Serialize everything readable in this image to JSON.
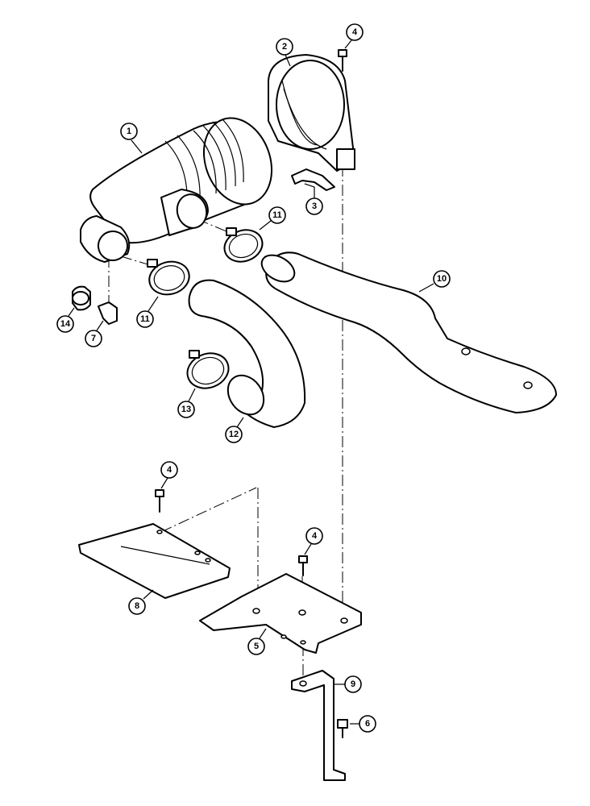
{
  "callouts": [
    {
      "id": "c1",
      "label": "1"
    },
    {
      "id": "c2",
      "label": "2"
    },
    {
      "id": "c3",
      "label": "3"
    },
    {
      "id": "c4a",
      "label": "4"
    },
    {
      "id": "c4b",
      "label": "4"
    },
    {
      "id": "c4c",
      "label": "4"
    },
    {
      "id": "c5",
      "label": "5"
    },
    {
      "id": "c6",
      "label": "6"
    },
    {
      "id": "c7",
      "label": "7"
    },
    {
      "id": "c8",
      "label": "8"
    },
    {
      "id": "c9",
      "label": "9"
    },
    {
      "id": "c10",
      "label": "10"
    },
    {
      "id": "c11a",
      "label": "11"
    },
    {
      "id": "c11b",
      "label": "11"
    },
    {
      "id": "c12",
      "label": "12"
    },
    {
      "id": "c13",
      "label": "13"
    },
    {
      "id": "c14",
      "label": "14"
    }
  ]
}
